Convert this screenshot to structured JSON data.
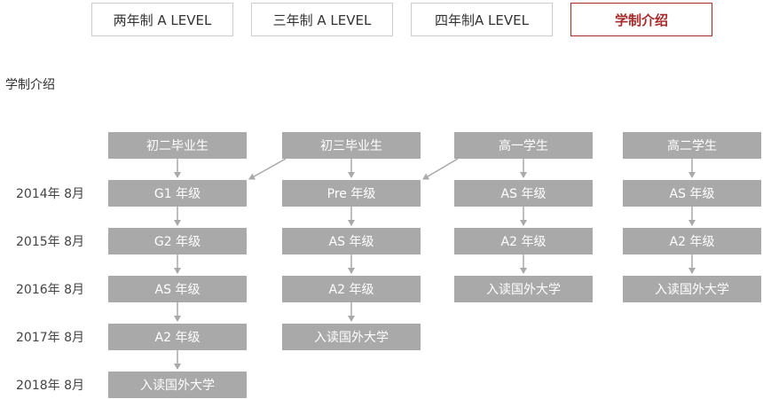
{
  "tabs": [
    {
      "label": "两年制 A LEVEL"
    },
    {
      "label": "三年制 A LEVEL"
    },
    {
      "label": "四年制A LEVEL"
    },
    {
      "label": "学制介绍"
    }
  ],
  "section_title": "学制介绍",
  "years": [
    "2014年 8月",
    "2015年 8月",
    "2016年 8月",
    "2017年 8月",
    "2018年 8月"
  ],
  "tracks": [
    {
      "start": "初二毕业生",
      "steps": [
        "G1 年级",
        "G2 年级",
        "AS 年级",
        "A2 年级",
        "入读国外大学"
      ]
    },
    {
      "start": "初三毕业生",
      "steps": [
        "Pre 年级",
        "AS 年级",
        "A2 年级",
        "入读国外大学"
      ]
    },
    {
      "start": "高一学生",
      "steps": [
        "AS 年级",
        "A2 年级",
        "入读国外大学"
      ]
    },
    {
      "start": "高二学生",
      "steps": [
        "AS 年级",
        "A2 年级",
        "入读国外大学"
      ]
    }
  ],
  "colors": {
    "box": "#a9a9a9",
    "active_tab": "#a52a2a",
    "arrow": "#a9a9a9"
  }
}
